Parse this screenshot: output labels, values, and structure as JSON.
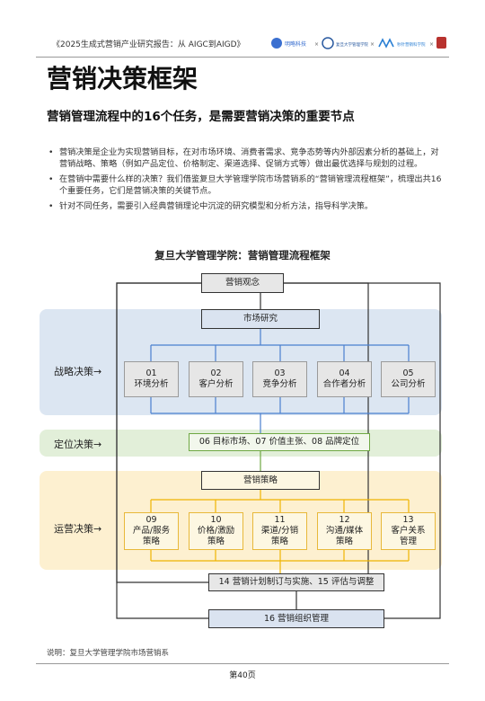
{
  "header": {
    "report_title": "《2025生成式营销产业研究报告：从 AIGC到AIGD》",
    "logo_text_1": "明略科技",
    "logo_text_2": "复旦大学管理学院",
    "logo_text_3": "秒针营销科学院",
    "separator": "×"
  },
  "title": "营销决策框架",
  "subtitle": "营销管理流程中的16个任务，是需要营销决策的重要节点",
  "bullets": [
    "营销决策是企业为实现营销目标，在对市场环境、消费者需求、竞争态势等内外部因素分析的基础上，对营销战略、策略（例如产品定位、价格制定、渠道选择、促销方式等）做出最优选择与规划的过程。",
    "在营销中需要什么样的决策？我们借鉴复旦大学管理学院市场营销系的“营销管理流程框架”，梳理出共16个重要任务，它们是营销决策的关键节点。",
    "针对不同任务，需要引入经典营销理论中沉淀的研究模型和分析方法，指导科学决策。"
  ],
  "diagram": {
    "title": "复旦大学管理学院：营销管理流程框架",
    "concept": "营销观念",
    "market_research": "市场研究",
    "strategy_label": "战略决策→",
    "positioning_label": "定位决策→",
    "operations_label": "运营决策→",
    "strategy_tasks": [
      {
        "num": "01",
        "name": "环境分析"
      },
      {
        "num": "02",
        "name": "客户分析"
      },
      {
        "num": "03",
        "name": "竞争分析"
      },
      {
        "num": "04",
        "name": "合作者分析"
      },
      {
        "num": "05",
        "name": "公司分析"
      }
    ],
    "positioning": "06 目标市场、07 价值主张、08 品牌定位",
    "marketing_strategy": "营销策略",
    "operations_tasks": [
      {
        "num": "09",
        "name": "产品/服务策略"
      },
      {
        "num": "10",
        "name": "价格/激励策略"
      },
      {
        "num": "11",
        "name": "渠道/分销策略"
      },
      {
        "num": "12",
        "name": "沟通/媒体策略"
      },
      {
        "num": "13",
        "name": "客户关系管理"
      }
    ],
    "plan": "14 营销计划制订与实施、15 评估与调整",
    "organization": "16 营销组织管理"
  },
  "footnote": "说明：复旦大学管理学院市场营销系",
  "page_number": "第40页",
  "colors": {
    "strategy_band": "#dce6f2",
    "positioning_band": "#e2efd9",
    "operations_band": "#fdf0d0",
    "blue_line": "#4a7fcf",
    "yellow_line": "#f0b400",
    "green_border": "#6fa843"
  }
}
